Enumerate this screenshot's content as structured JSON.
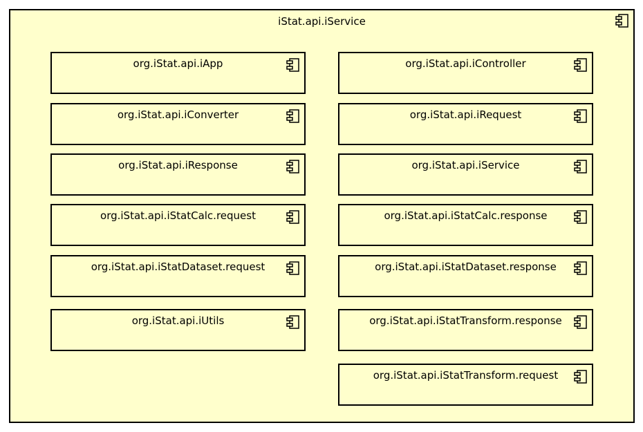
{
  "package": {
    "title": "iStat.api.iService",
    "icon": "component-icon"
  },
  "components": {
    "left": [
      "org.iStat.api.iApp",
      "org.iStat.api.iConverter",
      "org.iStat.api.iResponse",
      "org.iStat.api.iStatCalc.request",
      "org.iStat.api.iStatDataset.request",
      "org.iStat.api.iUtils"
    ],
    "right": [
      "org.iStat.api.iController",
      "org.iStat.api.iRequest",
      "org.iStat.api.iService",
      "org.iStat.api.iStatCalc.response",
      "org.iStat.api.iStatDataset.response",
      "org.iStat.api.iStatTransform.response",
      "org.iStat.api.iStatTransform.request"
    ]
  },
  "colors": {
    "fill": "#ffffcc",
    "stroke": "#000000"
  }
}
